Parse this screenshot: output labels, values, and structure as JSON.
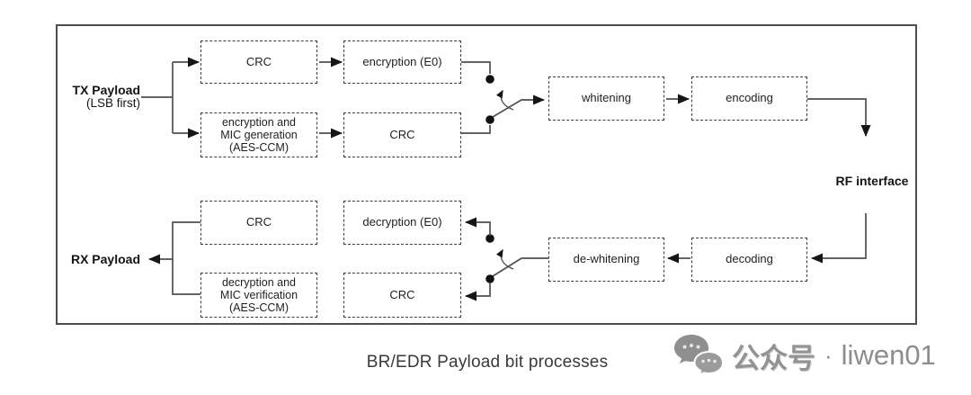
{
  "diagram": {
    "caption": "BR/EDR Payload bit processes",
    "tx_input": {
      "title": "TX Payload",
      "subtitle": "(LSB first)"
    },
    "rx_output": {
      "title": "RX Payload"
    },
    "rf_label": "RF interface",
    "boxes": {
      "tx_crc_top": "CRC",
      "tx_encryption_e0": "encryption (E0)",
      "tx_aes_ccm": [
        "encryption and",
        "MIC generation",
        "(AES-CCM)"
      ],
      "tx_crc_bottom": "CRC",
      "whitening": "whitening",
      "encoding": "encoding",
      "rx_crc_top": "CRC",
      "rx_decryption_e0": "decryption (E0)",
      "rx_aes_ccm": [
        "decryption and",
        "MIC verification",
        "(AES-CCM)"
      ],
      "rx_crc_bottom": "CRC",
      "dewhitening": "de-whitening",
      "decoding": "decoding"
    }
  },
  "watermark": {
    "platform": "公众号",
    "separator": "·",
    "account": "liwen01"
  },
  "colors": {
    "line": "#4f4f4f",
    "arrow": "#161616",
    "border": "#4d4d4d",
    "caption_text": "#3a3a3a",
    "watermark_text": "#8d8d8d"
  }
}
